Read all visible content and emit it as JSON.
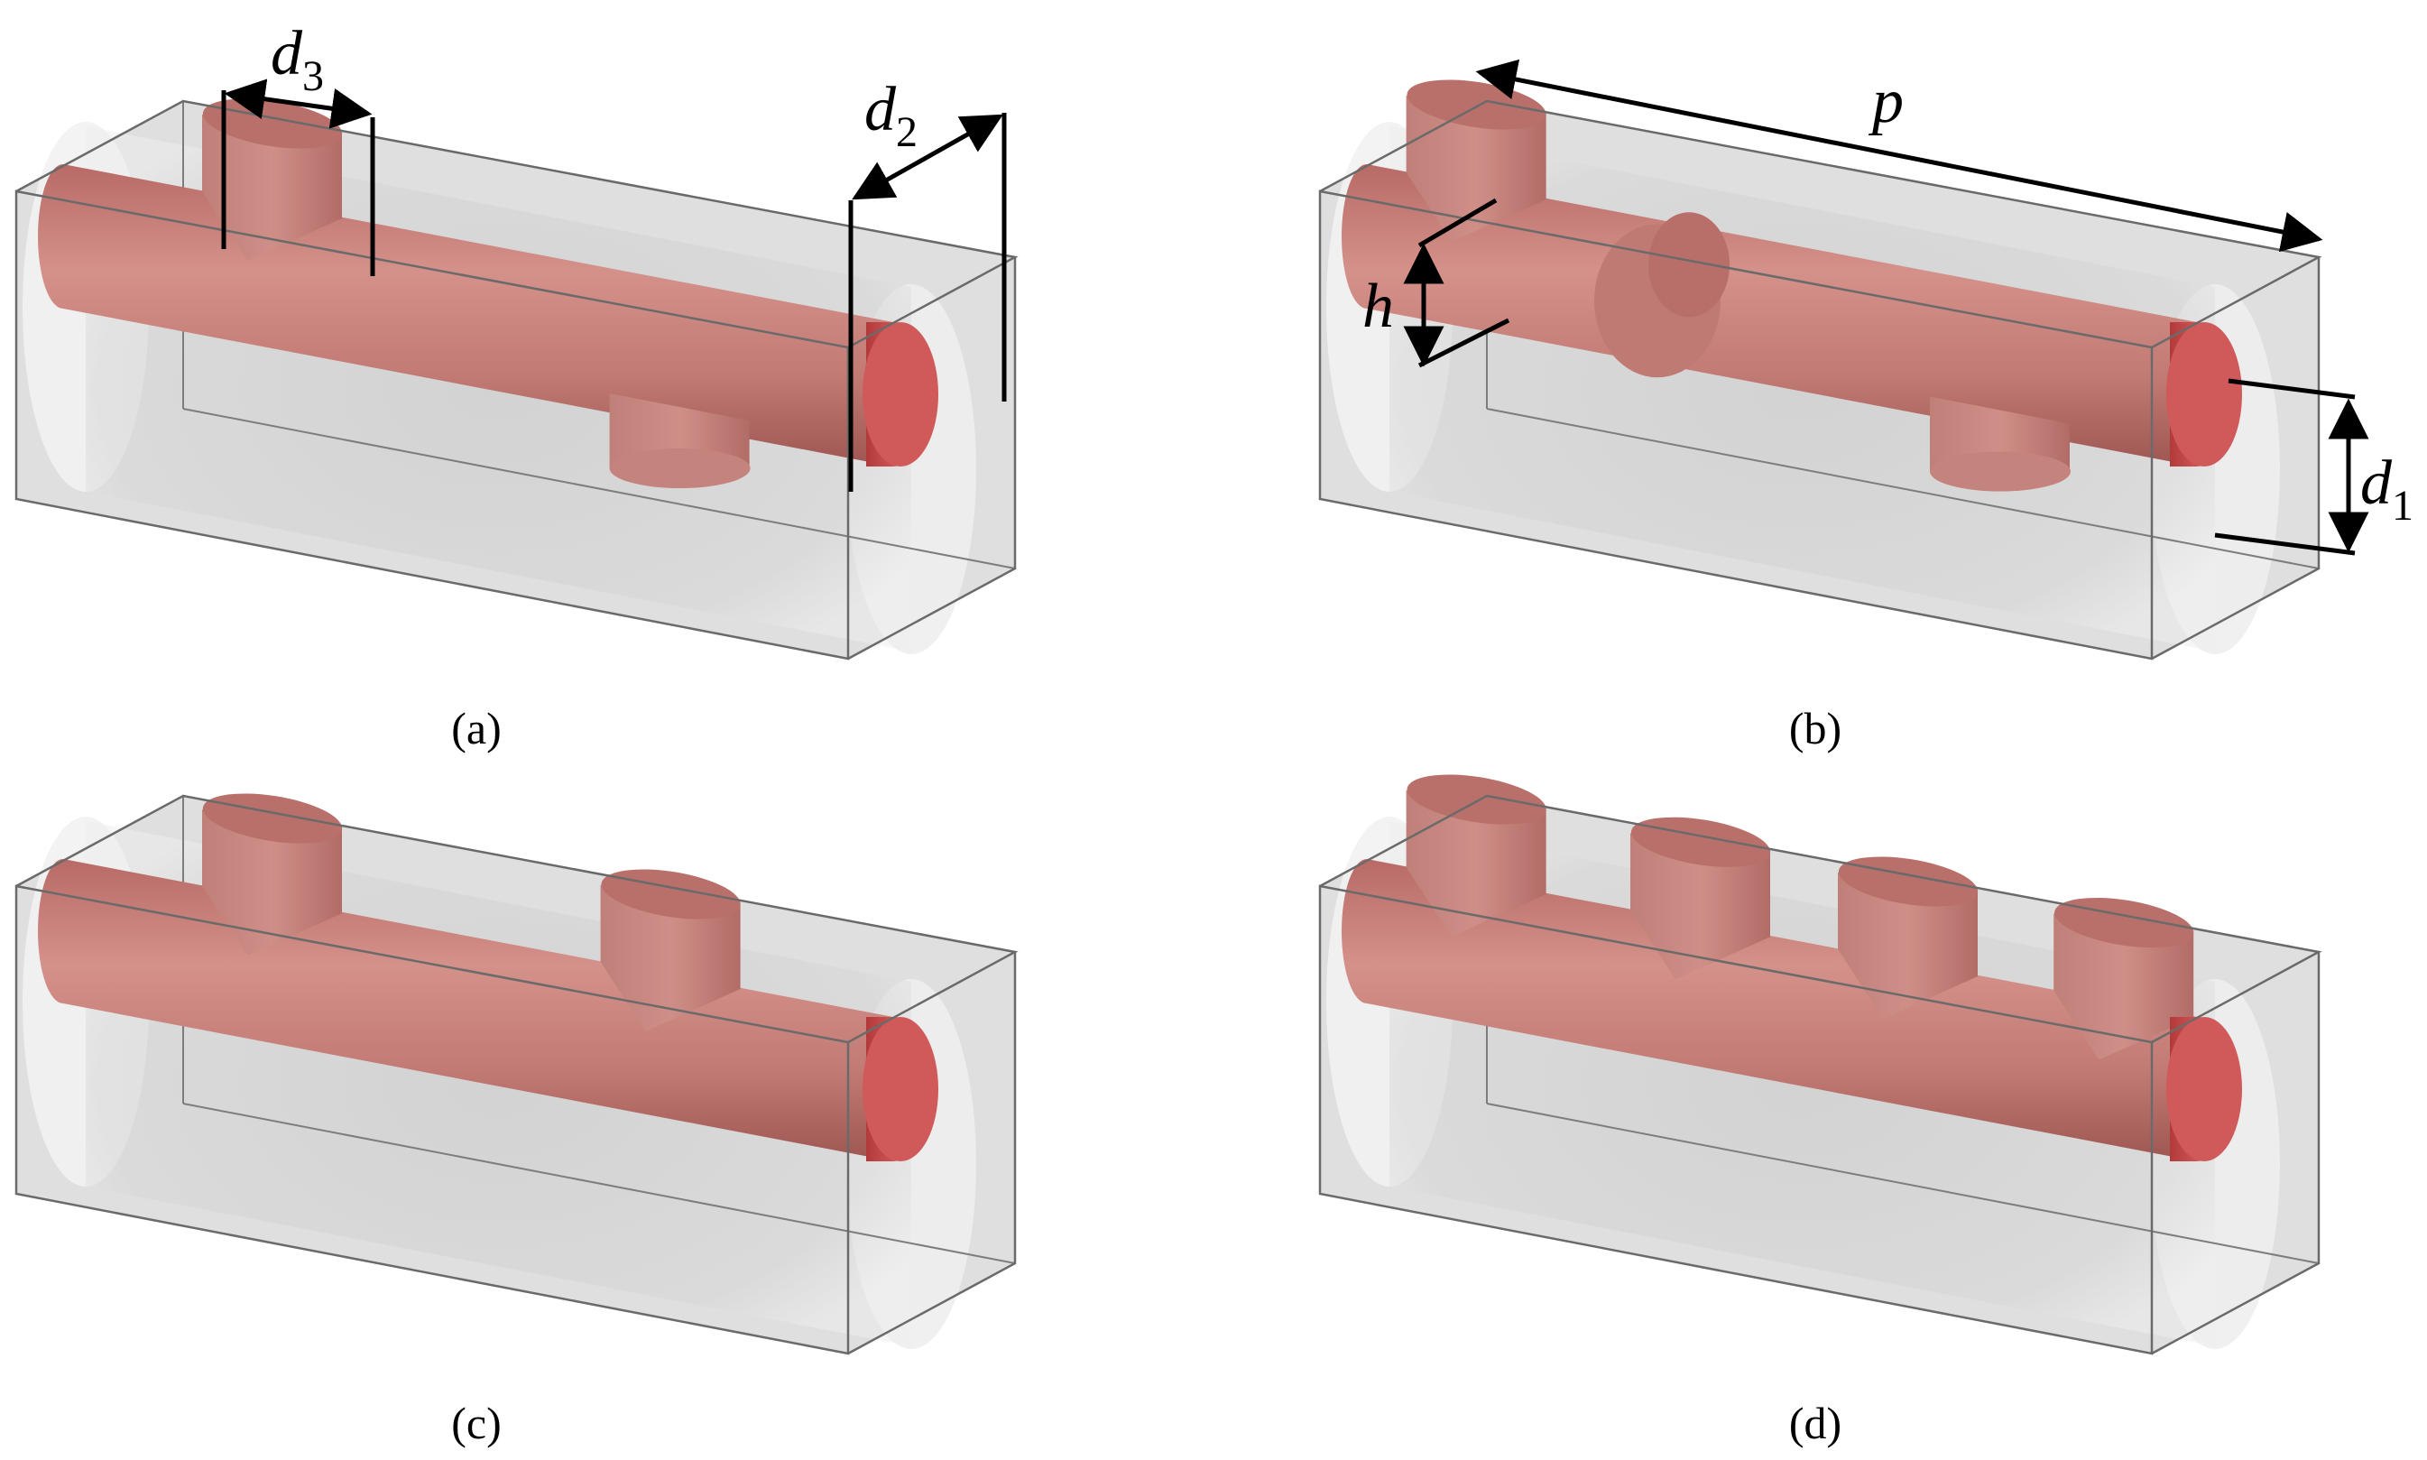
{
  "captions": {
    "a": "(a)",
    "b": "(b)",
    "c": "(c)",
    "d": "(d)"
  },
  "dimensions": {
    "d3": {
      "symbol": "d",
      "subscript": "3"
    },
    "d2": {
      "symbol": "d",
      "subscript": "2"
    },
    "p": {
      "symbol": "p",
      "subscript": ""
    },
    "h": {
      "symbol": "h",
      "subscript": ""
    },
    "d1": {
      "symbol": "d",
      "subscript": "1"
    }
  },
  "colors": {
    "rod": "#c87870",
    "rod_dark": "#a85a55",
    "rod_end": "#d05a5a",
    "box_fill": "#d9d9d9",
    "box_edge": "#6a6a6a",
    "dimension": "#000000"
  },
  "panels": [
    {
      "id": "a",
      "stubs": [
        {
          "along": 0.2,
          "side": "top"
        },
        {
          "along": 0.68,
          "side": "bottom"
        }
      ]
    },
    {
      "id": "b",
      "stubs": [
        {
          "along": 0.08,
          "side": "top"
        },
        {
          "along": 0.35,
          "side": "front"
        },
        {
          "along": 0.7,
          "side": "bottom"
        }
      ]
    },
    {
      "id": "c",
      "stubs": [
        {
          "along": 0.2,
          "side": "top"
        },
        {
          "along": 0.68,
          "side": "top"
        }
      ]
    },
    {
      "id": "d",
      "stubs": [
        {
          "along": 0.08,
          "side": "top"
        },
        {
          "along": 0.35,
          "side": "top"
        },
        {
          "along": 0.6,
          "side": "top"
        },
        {
          "along": 0.86,
          "side": "top"
        }
      ]
    }
  ]
}
